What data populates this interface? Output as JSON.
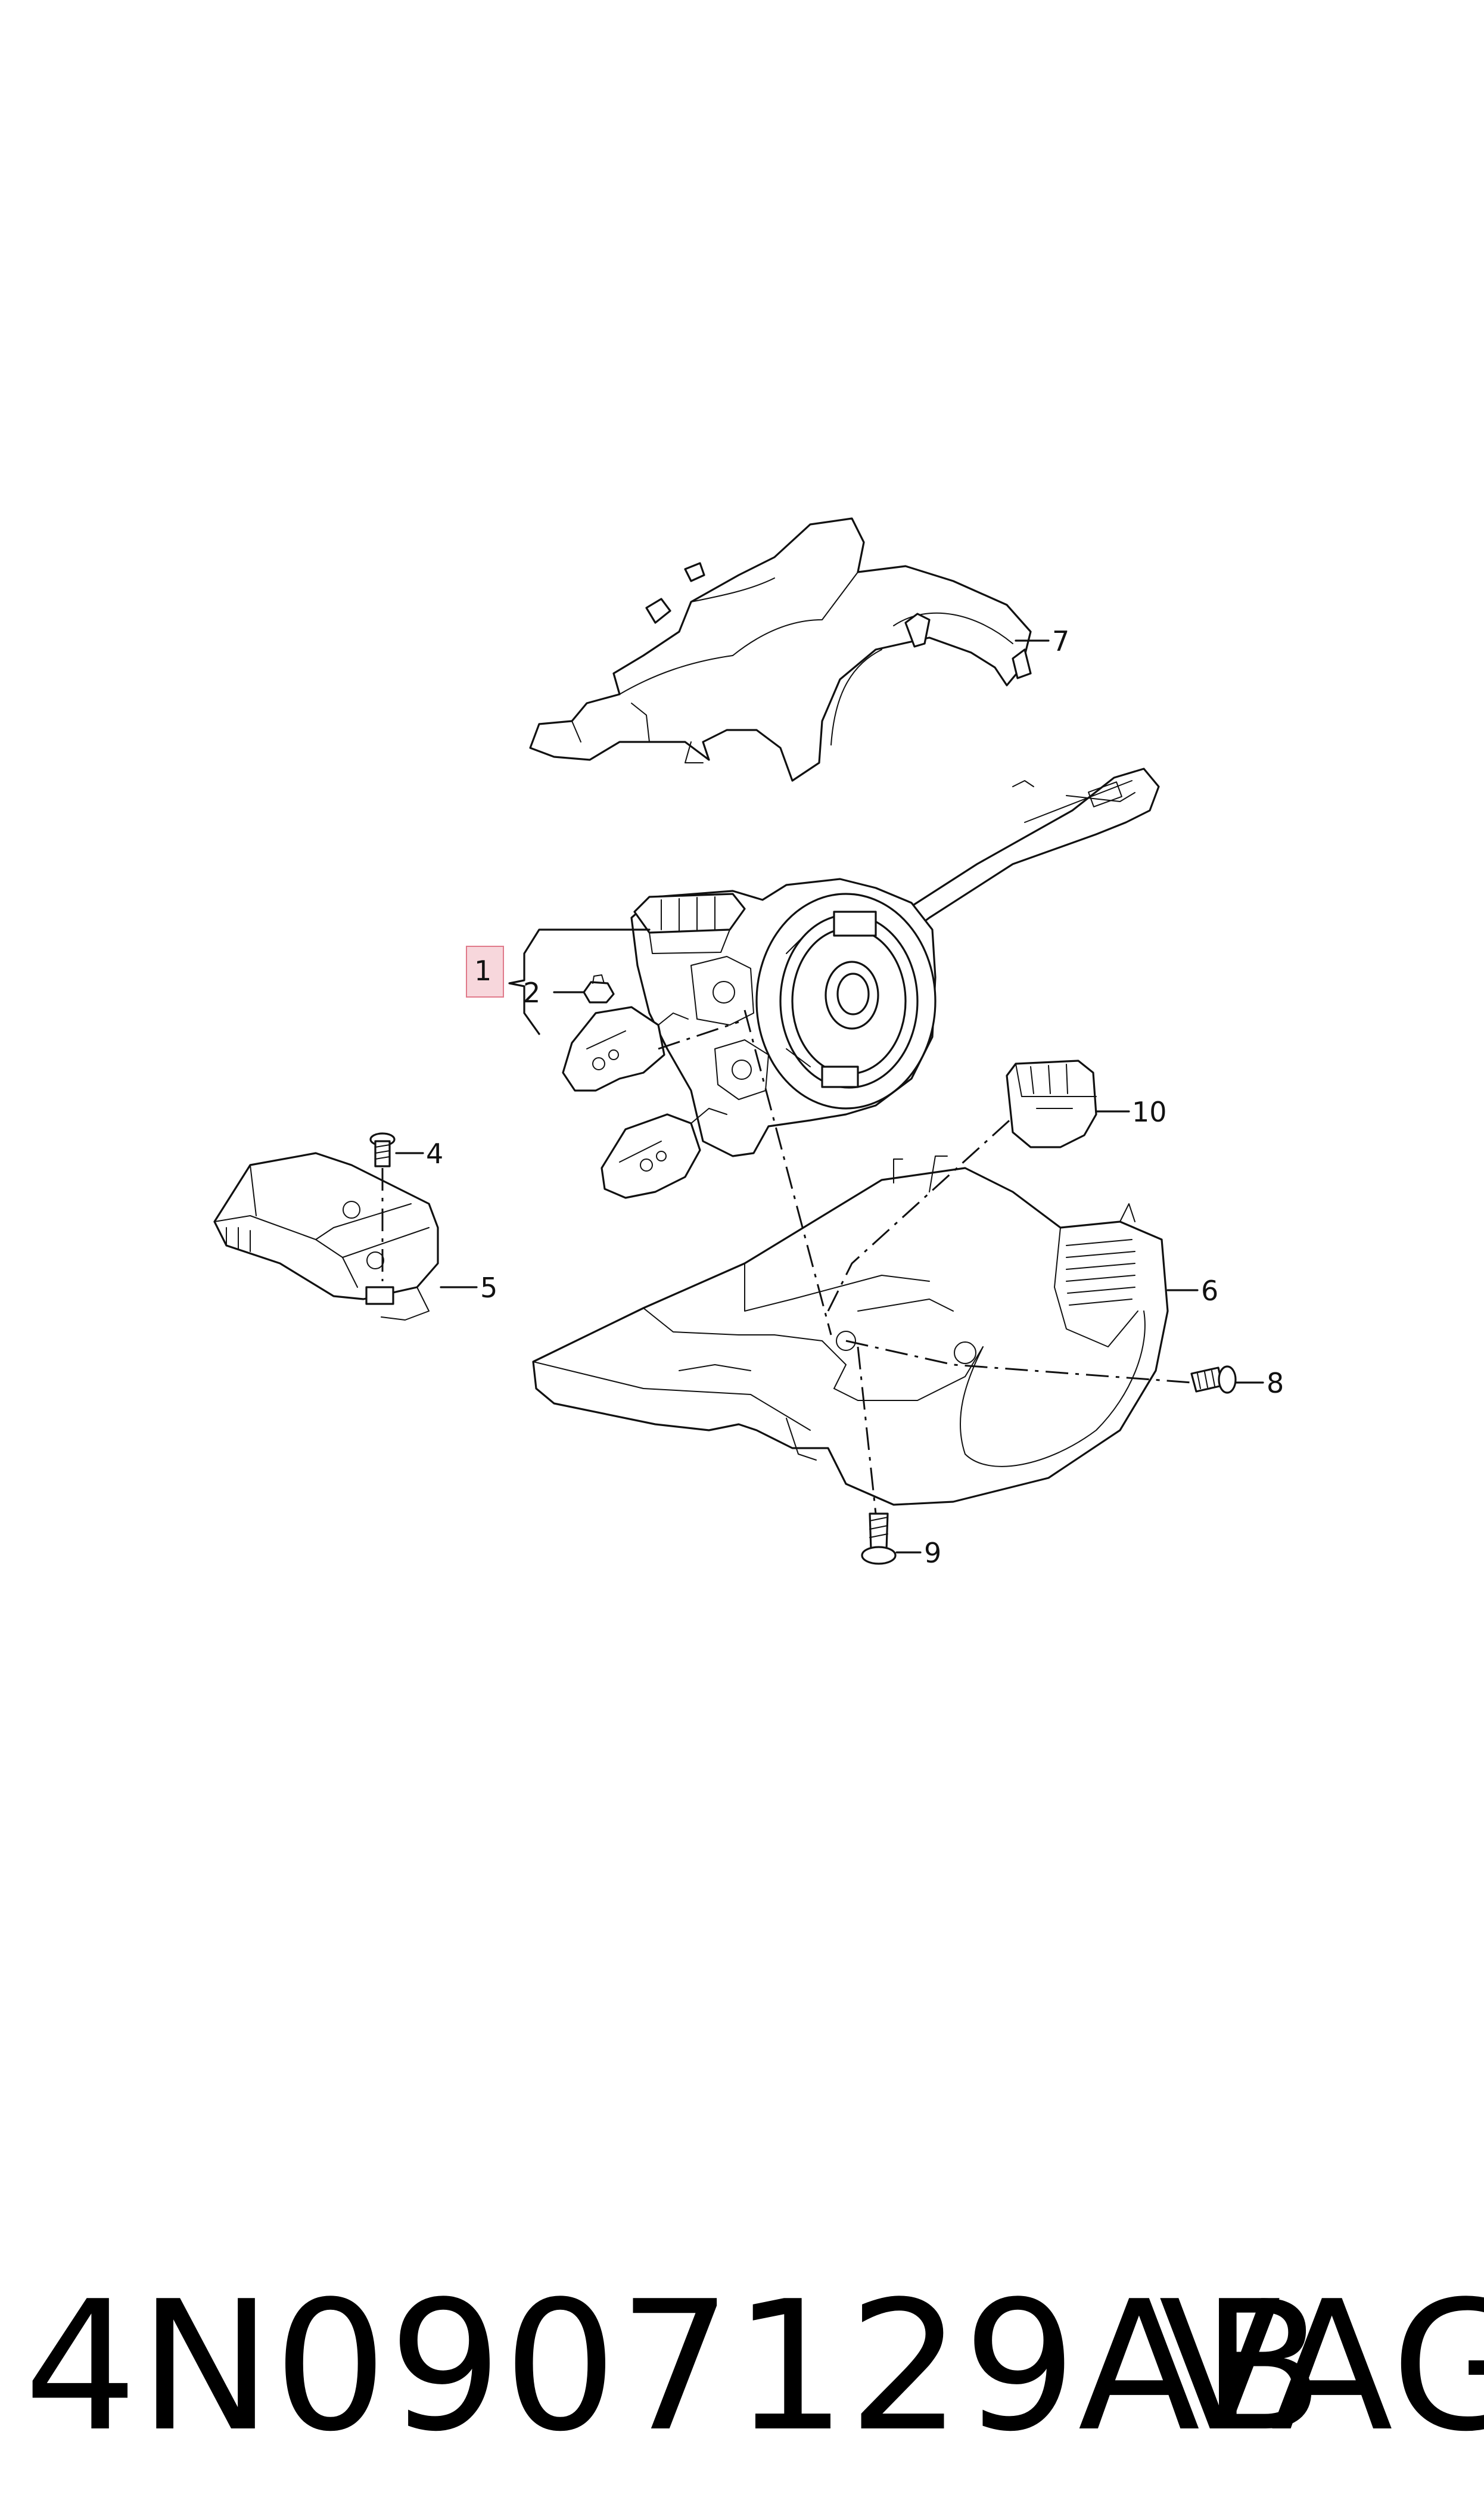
{
  "callouts": {
    "c1": "1",
    "c2": "2",
    "c4": "4",
    "c5": "5",
    "c6": "6",
    "c7": "7",
    "c8": "8",
    "c9": "9",
    "c10": "10"
  },
  "highlight_color": "#f7d7dc",
  "highlight_border": "#e07a8a",
  "footer": {
    "part_number": "4N0907129AB",
    "brand": "VAG"
  }
}
